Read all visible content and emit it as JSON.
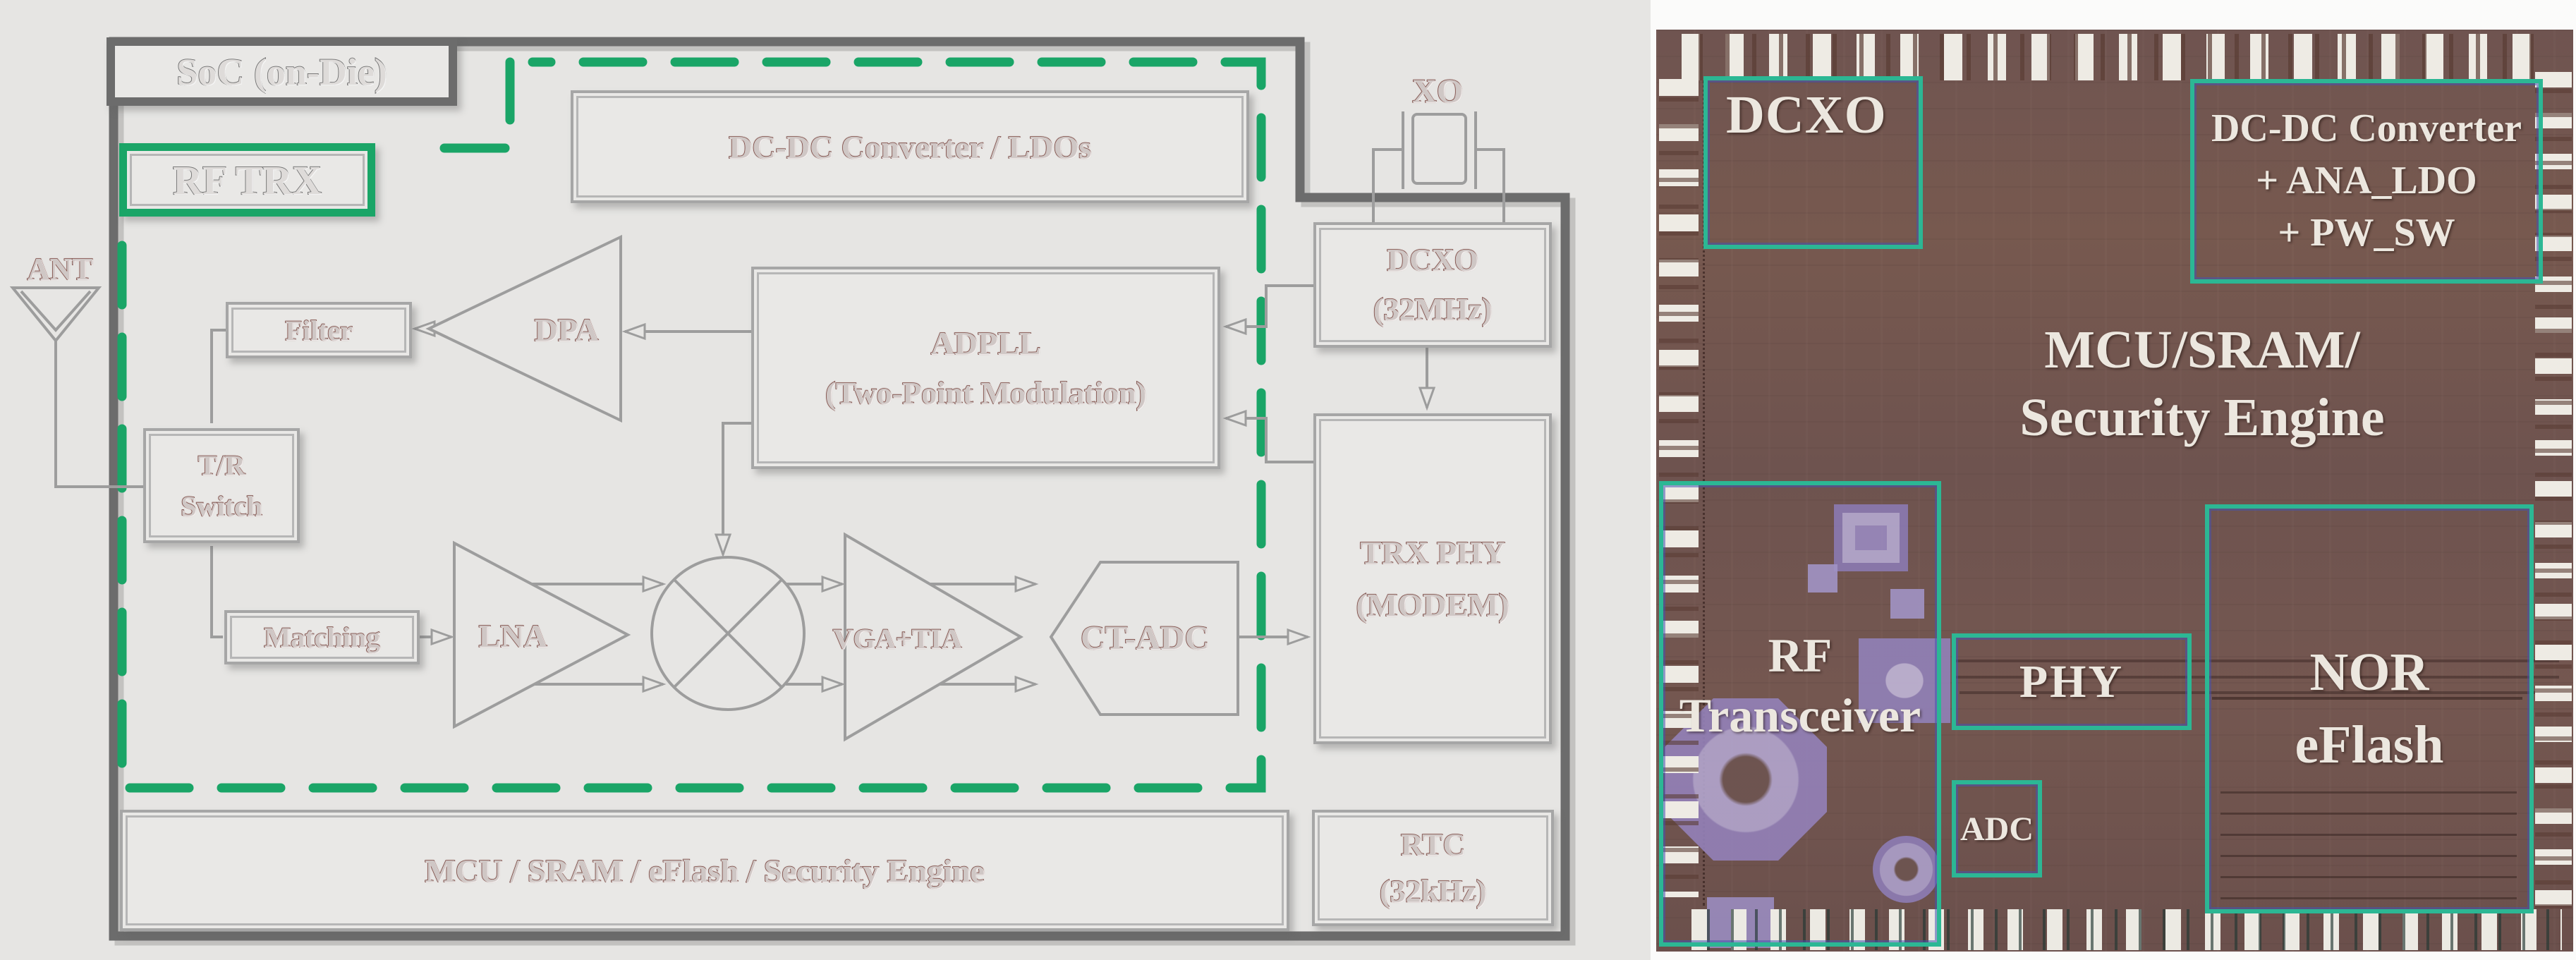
{
  "colors": {
    "diagram_green": "#1aa567",
    "diagram_line": "#9d9d9d",
    "soc_border": "#6c6c6c",
    "die_annotation": "#2cb794",
    "die_surface": "#6f5450"
  },
  "diagram": {
    "soc_label": "SoC (on-Die)",
    "rftrx_label": "RF TRX",
    "ant_label": "ANT",
    "xo_label": "XO",
    "dcdc": "DC-DC Converter / LDOs",
    "filter": "Filter",
    "dpa": "DPA",
    "adpll": [
      "ADPLL",
      "(Two-Point Modulation)"
    ],
    "tr_switch": [
      "T/R",
      "Switch"
    ],
    "matching": "Matching",
    "lna": "LNA",
    "vga_tia": [
      "VGA",
      "+",
      "TIA"
    ],
    "ct_adc": "CT-ADC",
    "dcxo": [
      "DCXO",
      "(32MHz)"
    ],
    "trx_phy": [
      "TRX PHY",
      "(MODEM)"
    ],
    "rtc": [
      "RTC",
      "(32kHz)"
    ],
    "mcu": "MCU / SRAM / eFlash / Security Engine"
  },
  "die": {
    "dcxo": "DCXO",
    "dcdc": [
      "DC-DC Converter",
      "+ ANA_LDO",
      "+ PW_SW"
    ],
    "mcu": [
      "MCU/SRAM/",
      "Security Engine"
    ],
    "rf": [
      "RF",
      "Transceiver"
    ],
    "phy": "PHY",
    "adc": "ADC",
    "nor": [
      "NOR",
      "eFlash"
    ]
  }
}
